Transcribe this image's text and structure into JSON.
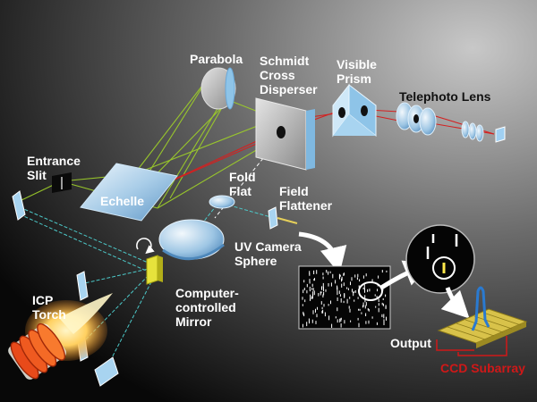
{
  "labels": {
    "parabola": "Parabola",
    "schmidt": [
      "Schmidt",
      "Cross",
      "Disperser"
    ],
    "visible_prism": [
      "Visible",
      "Prism"
    ],
    "telephoto_lens": "Telephoto Lens",
    "entrance_slit": [
      "Entrance",
      "Slit"
    ],
    "echelle": "Echelle",
    "fold_flat": [
      "Fold",
      "Flat"
    ],
    "field_flattener": [
      "Field",
      "Flattener"
    ],
    "uv_camera_sphere": [
      "UV Camera",
      "Sphere"
    ],
    "icp_torch": [
      "ICP",
      "Torch"
    ],
    "computer_mirror": [
      "Computer-",
      "controlled",
      "Mirror"
    ],
    "output": "Output",
    "ccd_subarray": "CCD Subarray"
  },
  "colors": {
    "background_light": "#c4c4c4",
    "background_dark": "#0a0a0a",
    "beam_green": "#9ccc2a",
    "beam_red": "#d42020",
    "beam_cyan": "#4cc8c8",
    "optic_blue": "#8ec4e8",
    "callout_arrow": "#ffffff",
    "ccd_gold": "#e6d05a",
    "ccd_peak": "#2a7ad0"
  },
  "icons": {
    "rotation": "rotation-arrow-icon",
    "callout": "callout-arrow-icon"
  }
}
